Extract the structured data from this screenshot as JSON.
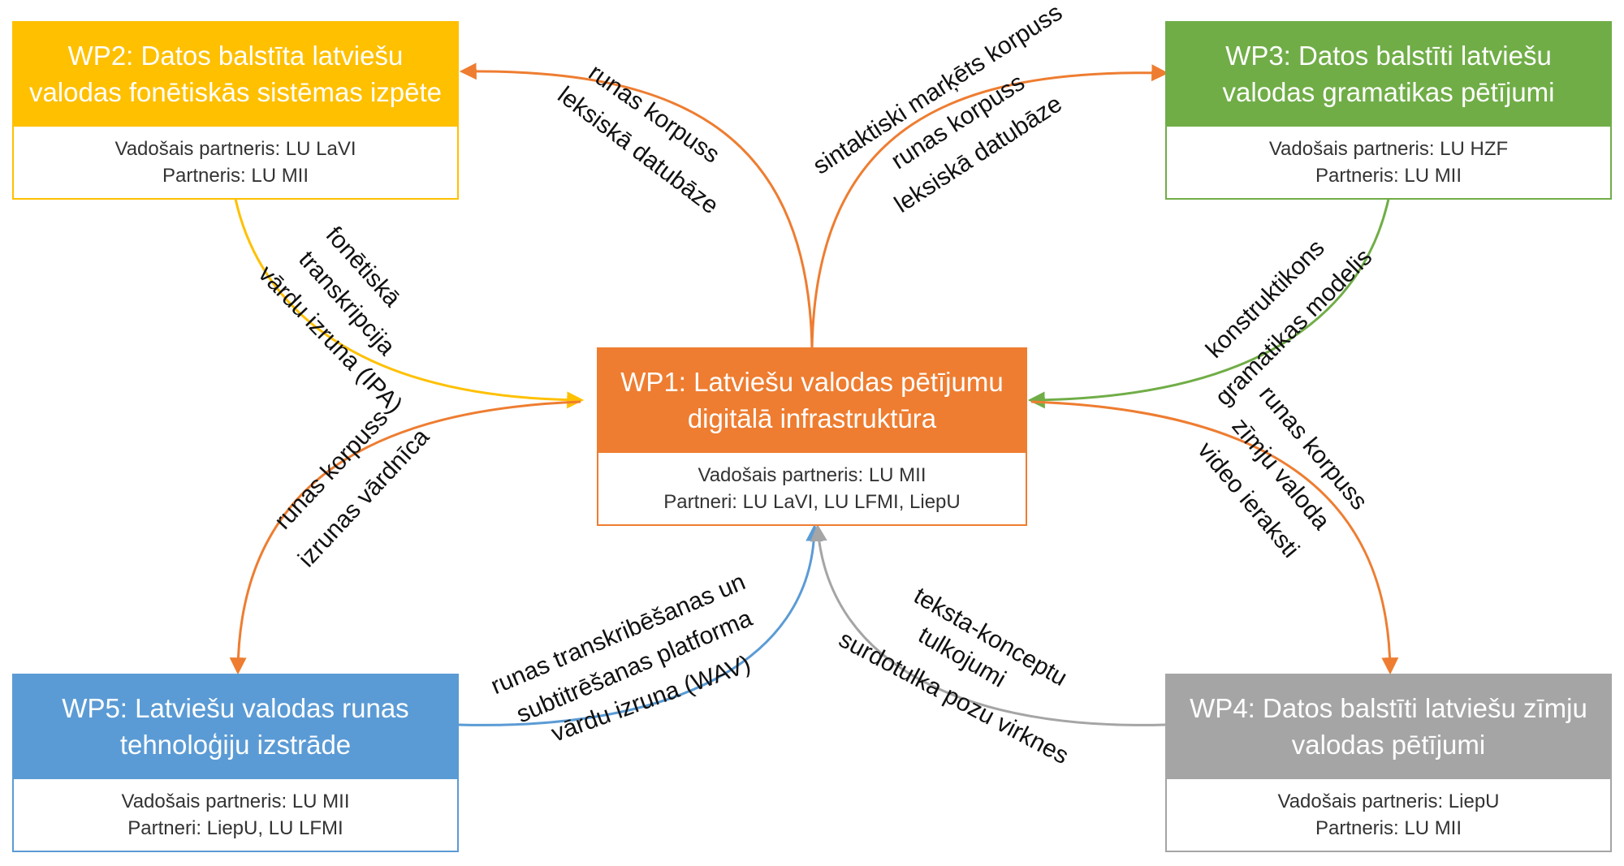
{
  "colors": {
    "wp1": "#EE7D31",
    "wp2": "#FFC000",
    "wp3": "#70AD47",
    "wp4": "#A5A5A5",
    "wp5": "#5B9BD5",
    "arrow_orange": "#EE7D31",
    "arrow_yellow": "#FFC000",
    "arrow_green": "#70AD47",
    "arrow_blue": "#5B9BD5",
    "arrow_gray": "#A5A5A5"
  },
  "wp1": {
    "title_line1": "WP1: Latviešu valodas pētījumu",
    "title_line2": "digitālā infrastruktūra",
    "lead": "Vadošais partneris: LU MII",
    "partners": "Partneri: LU LaVI, LU LFMI, LiepU"
  },
  "wp2": {
    "title_line1": "WP2: Datos balstīta latviešu",
    "title_line2": "valodas fonētiskās sistēmas izpēte",
    "lead": "Vadošais partneris: LU LaVI",
    "partners": "Partneris: LU MII"
  },
  "wp3": {
    "title_line1": "WP3: Datos balstīti latviešu",
    "title_line2": "valodas gramatikas pētījumi",
    "lead": "Vadošais partneris: LU HZF",
    "partners": "Partneris: LU MII"
  },
  "wp4": {
    "title_line1": "WP4: Datos balstīti latviešu zīmju",
    "title_line2": "valodas pētījumi",
    "lead": "Vadošais partneris: LiepU",
    "partners": "Partneris: LU MII"
  },
  "wp5": {
    "title_line1": "WP5: Latviešu valodas runas",
    "title_line2": "tehnoloģiju izstrāde",
    "lead": "Vadošais partneris: LU MII",
    "partners": "Partneri: LiepU, LU LFMI"
  },
  "flows": {
    "wp1_to_wp2": [
      "runas korpuss",
      "leksiskā datubāze"
    ],
    "wp1_to_wp3": [
      "sintaktiski marķēts korpuss",
      "runas korpuss",
      "leksiskā datubāze"
    ],
    "wp2_to_wp1": [
      "fonētiskā",
      "transkripcija",
      "vārdu izruna (IPA)"
    ],
    "wp3_to_wp1": [
      "konstruktikons",
      "gramatikas modelis"
    ],
    "wp1_to_wp5": [
      "runas korpuss",
      "izrunas vārdnīca"
    ],
    "wp1_to_wp4": [
      "runas korpuss",
      "zīmju valoda",
      "video ieraksti"
    ],
    "wp5_to_wp1": [
      "runas transkribēšanas un",
      "subtitrēšanas platforma",
      "vārdu izruna (WAV)"
    ],
    "wp4_to_wp1": [
      "teksta-konceptu",
      "tulkojumi",
      "surdotulka pozu virknes"
    ]
  }
}
